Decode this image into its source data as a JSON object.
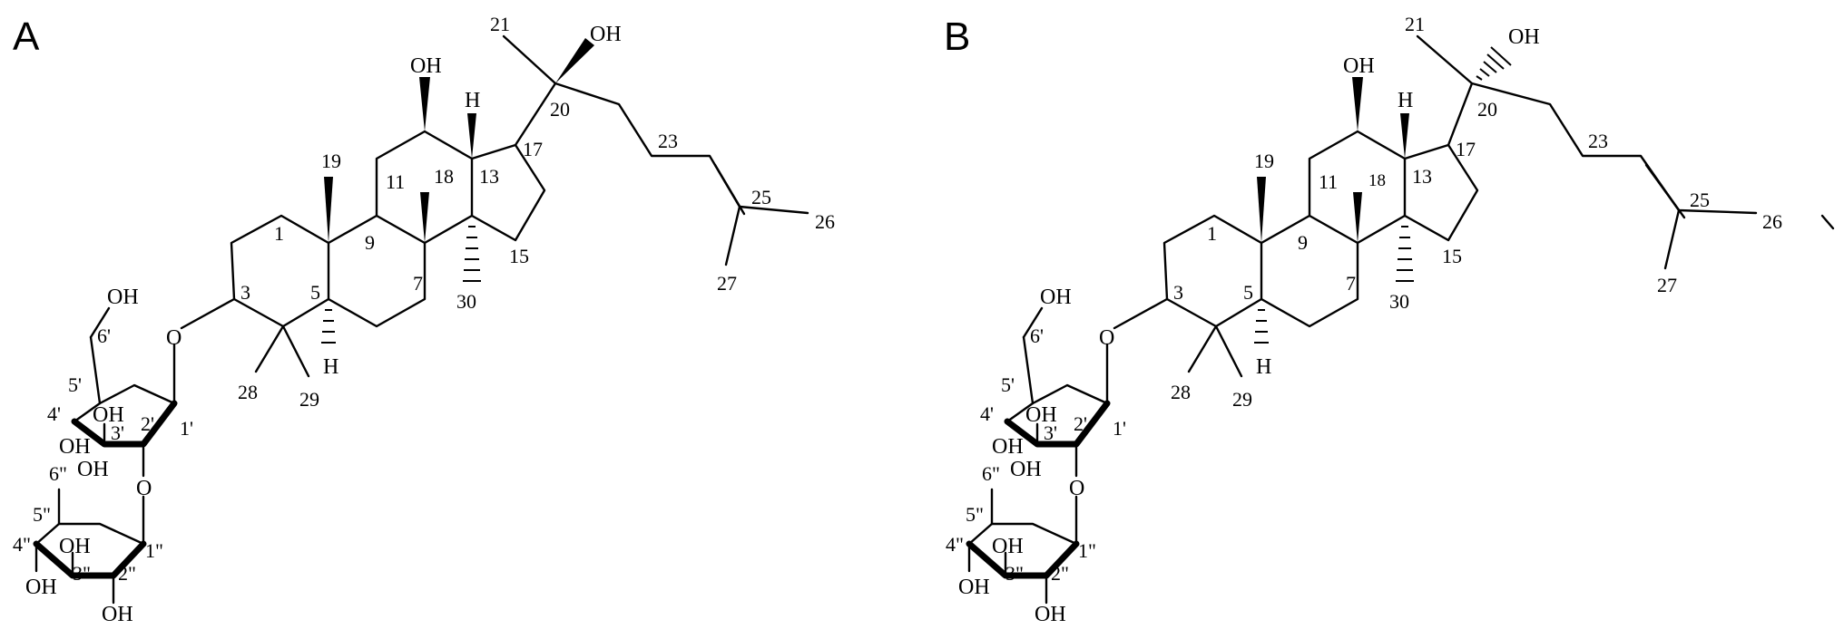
{
  "panels": [
    {
      "letter": "A",
      "labels": {
        "oh_c12": "OH",
        "oh_c20": "OH",
        "h13": "H",
        "h5": "H",
        "n21": "21",
        "n20": "20",
        "n23": "23",
        "n17": "17",
        "n13": "13",
        "n11": "11",
        "n18": "18",
        "n19": "19",
        "n1": "1",
        "n9": "9",
        "n15": "15",
        "n25": "25",
        "n26": "26",
        "n27": "27",
        "n7": "7",
        "n30": "30",
        "n3": "3",
        "n5": "5",
        "n28": "28",
        "n29": "29",
        "o_ether1": "O",
        "oh_6p": "OH",
        "n6p": "6'",
        "n5p": "5'",
        "n4p": "4'",
        "oh_3p": "OH",
        "n3p": "3'",
        "n2p": "2'",
        "n1p": "1'",
        "oh_4p": "OH",
        "n6pp": "6\"",
        "oh_6pp": "OH",
        "o_ether2": "O",
        "n5pp": "5\"",
        "n4pp": "4\"",
        "oh_3pp": "OH",
        "n1pp": "1\"",
        "oh_4pp": "OH",
        "n3pp": "3\"",
        "n2pp": "2\"",
        "oh_2pp": "OH"
      }
    },
    {
      "letter": "B",
      "labels": {
        "oh_c12": "OH",
        "oh_c20": "OH",
        "h13": "H",
        "h5": "H",
        "n21": "21",
        "n20": "20",
        "n23": "23",
        "n17": "17",
        "n13": "13",
        "n11": "11",
        "n18": "18",
        "n19": "19",
        "n1": "1",
        "n9": "9",
        "n15": "15",
        "n25": "25",
        "n26": "26",
        "n27": "27",
        "n7": "7",
        "n30": "30",
        "n3": "3",
        "n5": "5",
        "n28": "28",
        "n29": "29",
        "o_ether1": "O",
        "oh_6p": "OH",
        "n6p": "6'",
        "n5p": "5'",
        "n4p": "4'",
        "oh_3p": "OH",
        "n3p": "3'",
        "n2p": "2'",
        "n1p": "1'",
        "oh_4p": "OH",
        "n6pp": "6\"",
        "oh_6pp": "OH",
        "o_ether2": "O",
        "n5pp": "5\"",
        "n4pp": "4\"",
        "oh_3pp": "OH",
        "n1pp": "1\"",
        "oh_4pp": "OH",
        "n3pp": "3\"",
        "n2pp": "2\"",
        "oh_2pp": "OH"
      }
    }
  ]
}
